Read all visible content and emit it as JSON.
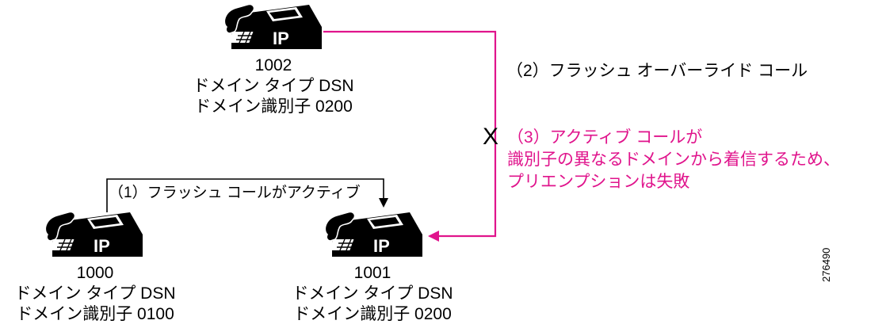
{
  "colors": {
    "accent": "#e0148c",
    "line": "#000000"
  },
  "phones": [
    {
      "badge": "IP",
      "number": "1002",
      "domain_type": "ドメイン タイプ DSN",
      "domain_id": "ドメイン識別子 0200"
    },
    {
      "badge": "IP",
      "number": "1000",
      "domain_type": "ドメイン タイプ DSN",
      "domain_id": "ドメイン識別子 0100"
    },
    {
      "badge": "IP",
      "number": "1001",
      "domain_type": "ドメイン タイプ DSN",
      "domain_id": "ドメイン識別子 0200"
    }
  ],
  "steps": {
    "step1": "（1）フラッシュ コールがアクティブ",
    "step2": "（2）フラッシュ オーバーライド コール",
    "step3": {
      "line1": "（3）アクティブ コールが",
      "line2": "識別子の異なるドメインから着信するため、",
      "line3": "プリエンプションは失敗"
    }
  },
  "failure_mark": "X",
  "figure_id": "276490"
}
